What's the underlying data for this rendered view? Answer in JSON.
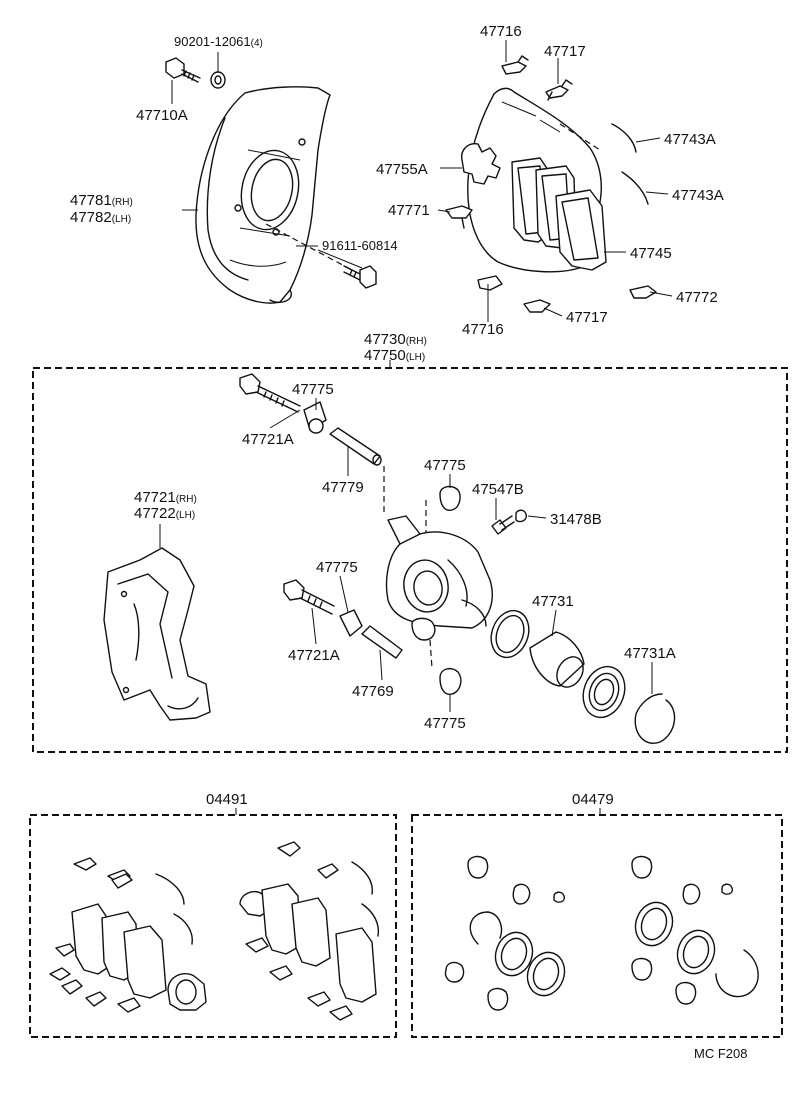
{
  "labels": {
    "nut_90201": "90201-12061",
    "nut_90201_qty": "(4)",
    "bolt_47710a": "47710A",
    "dust_cover_rh": "47781",
    "dust_cover_lh": "47782",
    "bolt_91611": "91611-60814",
    "clip_47716_top": "47716",
    "clip_47717_top": "47717",
    "shim_47743a_1": "47743A",
    "shim_47743a_2": "47743A",
    "plate_47755a": "47755A",
    "clip_47771": "47771",
    "pad_47745": "47745",
    "clip_47772": "47772",
    "clip_47716_bottom": "47716",
    "clip_47717_bottom": "47717",
    "caliper_rh": "47730",
    "caliper_lh": "47750",
    "pin_bolt_47721a_top": "47721A",
    "boot_47775_1": "47775",
    "pin_47779": "47779",
    "boot_47775_2": "47775",
    "bleeder_47547b": "47547B",
    "cap_31478b": "31478B",
    "mounting_rh": "47721",
    "mounting_lh": "47722",
    "boot_47775_3": "47775",
    "pin_bolt_47721a_bottom": "47721A",
    "pin_47769": "47769",
    "boot_47775_4": "47775",
    "seal_47731": "47731",
    "ring_47731a": "47731A",
    "kit_04491": "04491",
    "kit_04479": "04479",
    "footer_code": "MC  F208"
  },
  "side_marks": {
    "rh": "(RH)",
    "lh": "(LH)"
  },
  "icons": {
    "dust_cover": "disc-brake-dust-cover-drawing",
    "caliper": "brake-caliper-cylinder-drawing",
    "pads": "brake-pad-drawing",
    "mounting": "caliper-mounting-bracket-drawing",
    "piston": "piston-drawing",
    "seals": "ring-seal-drawing"
  }
}
